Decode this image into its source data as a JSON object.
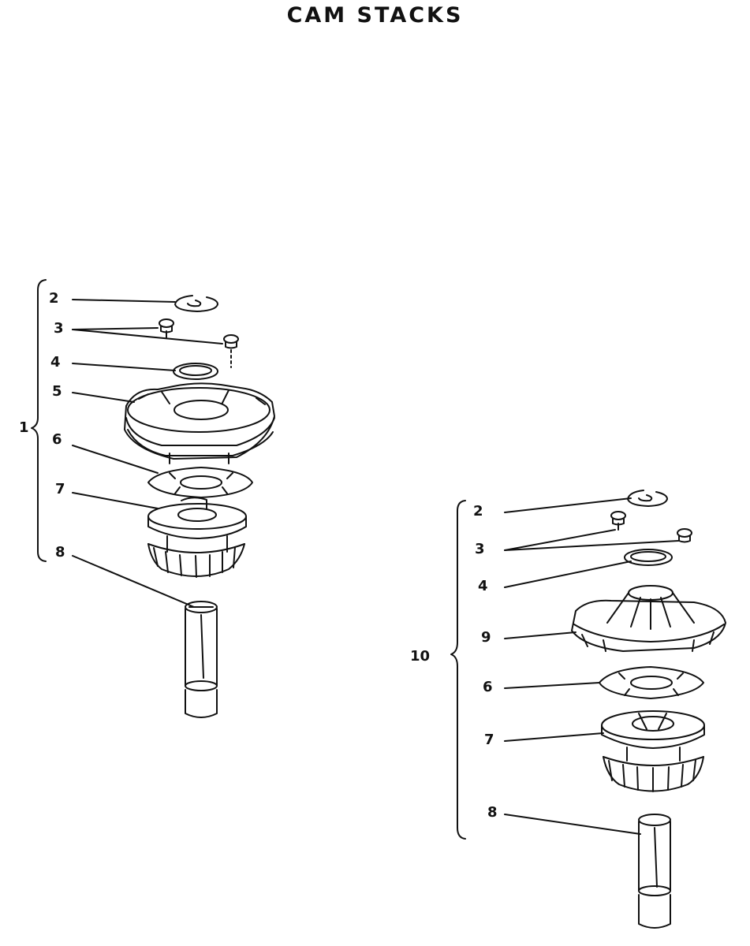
{
  "title": "CAM STACKS",
  "assembly_left": {
    "assembly_number": "1",
    "callouts": [
      "2",
      "3",
      "4",
      "5",
      "6",
      "7",
      "8"
    ]
  },
  "assembly_right": {
    "assembly_number": "10",
    "callouts": [
      "2",
      "3",
      "4",
      "9",
      "6",
      "7",
      "8"
    ]
  }
}
